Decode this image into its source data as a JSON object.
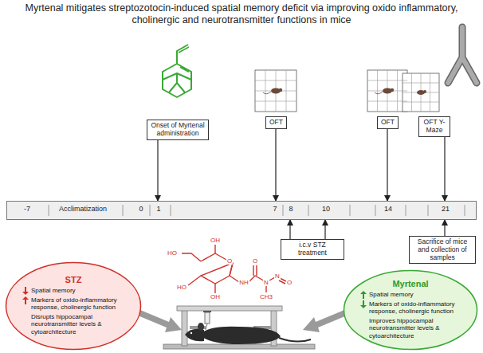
{
  "diagram": {
    "title": "Myrtenal mitigates streptozotocin-induced spatial memory deficit via improving oxido inflammatory, cholinergic and neurotransmitter functions in mice",
    "nodes": [
      {
        "text": [
          "Onset of Myrtenal administration"
        ]
      },
      {
        "text": [
          "OFT"
        ]
      },
      {
        "text": [
          "OFT"
        ]
      },
      {
        "text": [
          "OFT Y-Maze"
        ]
      },
      {
        "text": [
          "-7",
          "Acclimatization",
          "0",
          "1",
          "7",
          "8",
          "10",
          "14",
          "21"
        ]
      },
      {
        "text": [
          "i.c.v STZ treatment"
        ]
      },
      {
        "text": [
          "Sacrifice of mice and collection of samples"
        ]
      },
      {
        "text": [
          "STZ",
          "Spatial memory",
          "Markers of oxido-inflammatory response, cholinergic function",
          "Disrupts hippocampal neurotransmitter levels & cytoarchitecture"
        ]
      },
      {
        "text": [
          "Myrtenal",
          "Spatial memory",
          "Markers of oxido-inflammatory response, cholinergic function",
          "Improves hippocampal neurotransmitter levels & cytoarchitecture"
        ]
      }
    ],
    "edges": [
      {
        "from": 0,
        "to": 4,
        "arrow": "to"
      },
      {
        "from": 1,
        "to": 4,
        "arrow": "to"
      },
      {
        "from": 2,
        "to": 4,
        "arrow": "to"
      },
      {
        "from": 3,
        "to": 4,
        "arrow": "to"
      },
      {
        "from": 5,
        "to": 4,
        "arrow": "to"
      },
      {
        "from": 5,
        "to": 4,
        "arrow": "to"
      },
      {
        "from": 6,
        "to": 4,
        "arrow": "to"
      }
    ],
    "labels": [
      "HO",
      "O",
      "OH",
      "HO",
      "OH",
      "NH",
      "O",
      "N",
      "CH3",
      "N",
      "O"
    ]
  }
}
